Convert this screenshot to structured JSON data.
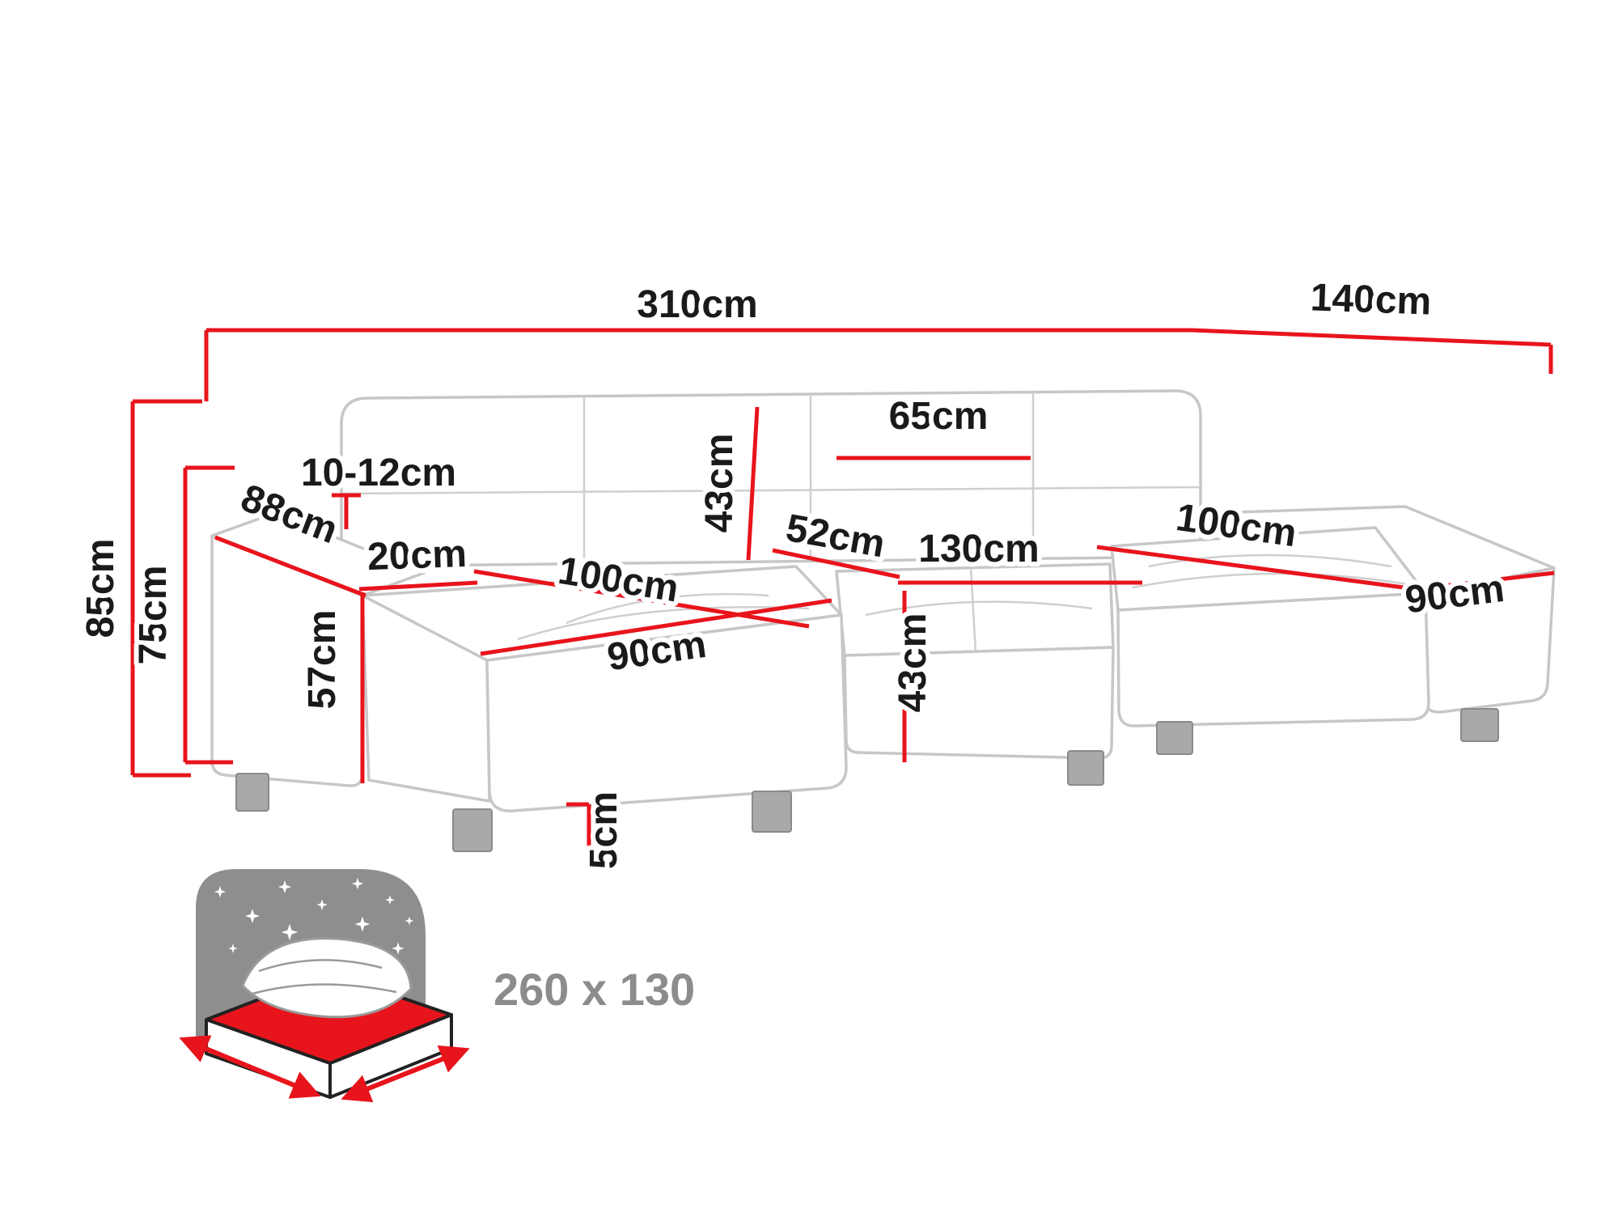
{
  "diagram": {
    "type": "furniture-dimension-diagram",
    "subject": "u-shaped-corner-sofa",
    "colors": {
      "accent": "#e8141c",
      "text": "#1a1a1a",
      "sofa_outline": "#c7c7c7",
      "icon_gray": "#8e8e8e",
      "background": "#ffffff"
    },
    "icons": {
      "sleeping_function_icon": "bed-with-red-mattress-and-stars"
    },
    "measurements": {
      "total_width": {
        "value": "310",
        "unit": "cm"
      },
      "total_depth": {
        "value": "140",
        "unit": "cm"
      },
      "total_height": {
        "value": "85",
        "unit": "cm"
      },
      "backrest_total_height": {
        "value": "75",
        "unit": "cm"
      },
      "headrest_range": {
        "value": "10-12",
        "unit": "cm"
      },
      "armrest_length": {
        "value": "88",
        "unit": "cm"
      },
      "armrest_width": {
        "value": "20",
        "unit": "cm"
      },
      "left_chaise_length": {
        "value": "100",
        "unit": "cm"
      },
      "back_cushion_width": {
        "value": "65",
        "unit": "cm"
      },
      "backrest_height": {
        "value": "43",
        "unit": "cm"
      },
      "seat_depth": {
        "value": "52",
        "unit": "cm"
      },
      "middle_section_width": {
        "value": "130",
        "unit": "cm"
      },
      "right_chaise_length": {
        "value": "100",
        "unit": "cm"
      },
      "right_chaise_width": {
        "value": "90",
        "unit": "cm"
      },
      "left_chaise_width": {
        "value": "90",
        "unit": "cm"
      },
      "seat_front_height": {
        "value": "57",
        "unit": "cm"
      },
      "seat_height": {
        "value": "43",
        "unit": "cm"
      },
      "leg_height": {
        "value": "5",
        "unit": "cm"
      }
    },
    "sleeping_area": {
      "label": "260 x 130"
    }
  }
}
